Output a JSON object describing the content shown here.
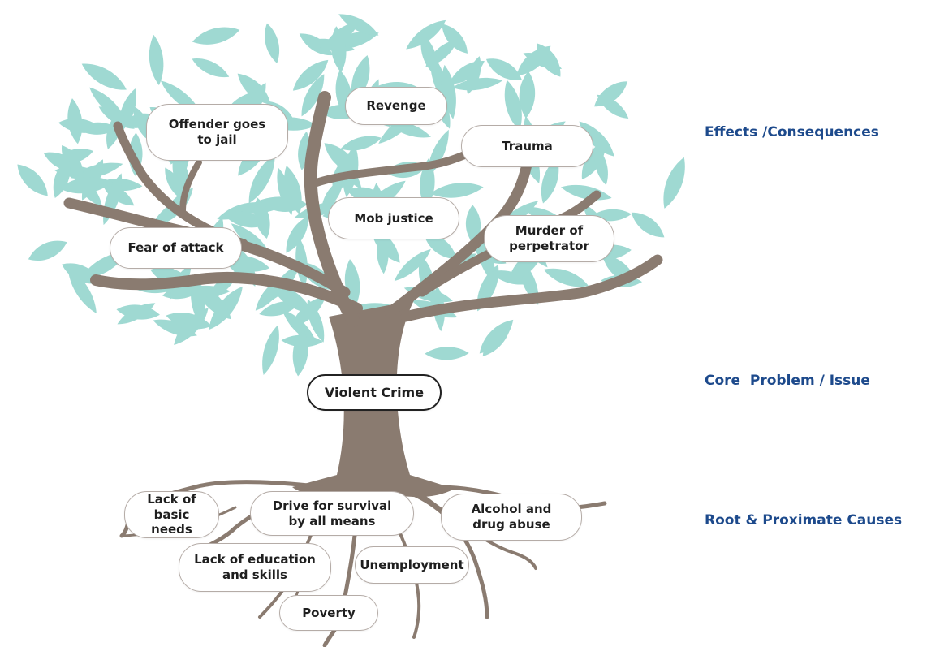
{
  "effects": [
    {
      "id": "offender-goes-to-jail",
      "text": "Offender goes\nto jail"
    },
    {
      "id": "revenge",
      "text": "Revenge"
    },
    {
      "id": "trauma",
      "text": "Trauma"
    },
    {
      "id": "mob-justice",
      "text": "Mob justice"
    },
    {
      "id": "fear-of-attack",
      "text": "Fear of attack"
    },
    {
      "id": "murder-of-perpetrator",
      "text": "Murder of\nperpetrator"
    }
  ],
  "core_problem": "Violent Crime",
  "causes": [
    {
      "id": "lack-of-basic-needs",
      "text": "Lack of basic\nneeds"
    },
    {
      "id": "drive-for-survival",
      "text": "Drive for survival\nby all means"
    },
    {
      "id": "alcohol-and-drug-abuse",
      "text": "Alcohol and\ndrug abuse"
    },
    {
      "id": "lack-of-education",
      "text": "Lack of education\nand skills"
    },
    {
      "id": "unemployment",
      "text": "Unemployment"
    },
    {
      "id": "poverty",
      "text": "Poverty"
    }
  ],
  "side_labels": {
    "effects": "Effects /Consequences",
    "core": "Core  Problem / Issue",
    "causes": "Root & Proximate Causes"
  },
  "colors": {
    "trunk": "#8a7b70",
    "leaf": "#9fd9d2",
    "label": "#1d4a8c"
  }
}
